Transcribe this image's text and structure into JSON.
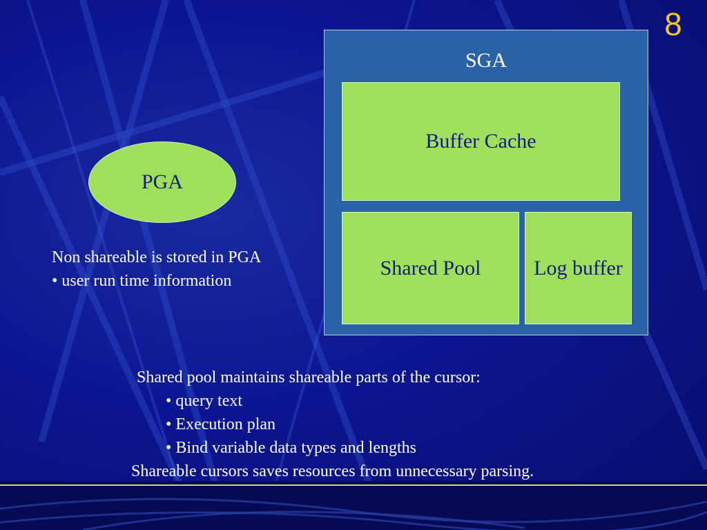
{
  "slide": {
    "number": "8"
  },
  "diagram": {
    "sga": {
      "label": "SGA",
      "buffer_cache": "Buffer Cache",
      "shared_pool": "Shared Pool",
      "log_buffer": "Log buffer"
    },
    "pga": {
      "label": "PGA"
    }
  },
  "notes": {
    "pga_note": {
      "heading": "Non shareable is stored in PGA",
      "bullets": [
        "• user run time information"
      ]
    },
    "shared_pool_note": {
      "heading": "Shared pool maintains shareable parts of the cursor:",
      "bullets": [
        "• query text",
        "• Execution plan",
        "• Bind variable data types and lengths"
      ],
      "conclusion": "Shareable cursors saves resources from unnecessary parsing."
    }
  },
  "colors": {
    "background": "#0c1590",
    "sga_fill": "#2a62a8",
    "component_fill": "#9ee05a",
    "slide_number": "#f2c81c",
    "text": "#ffffff"
  }
}
